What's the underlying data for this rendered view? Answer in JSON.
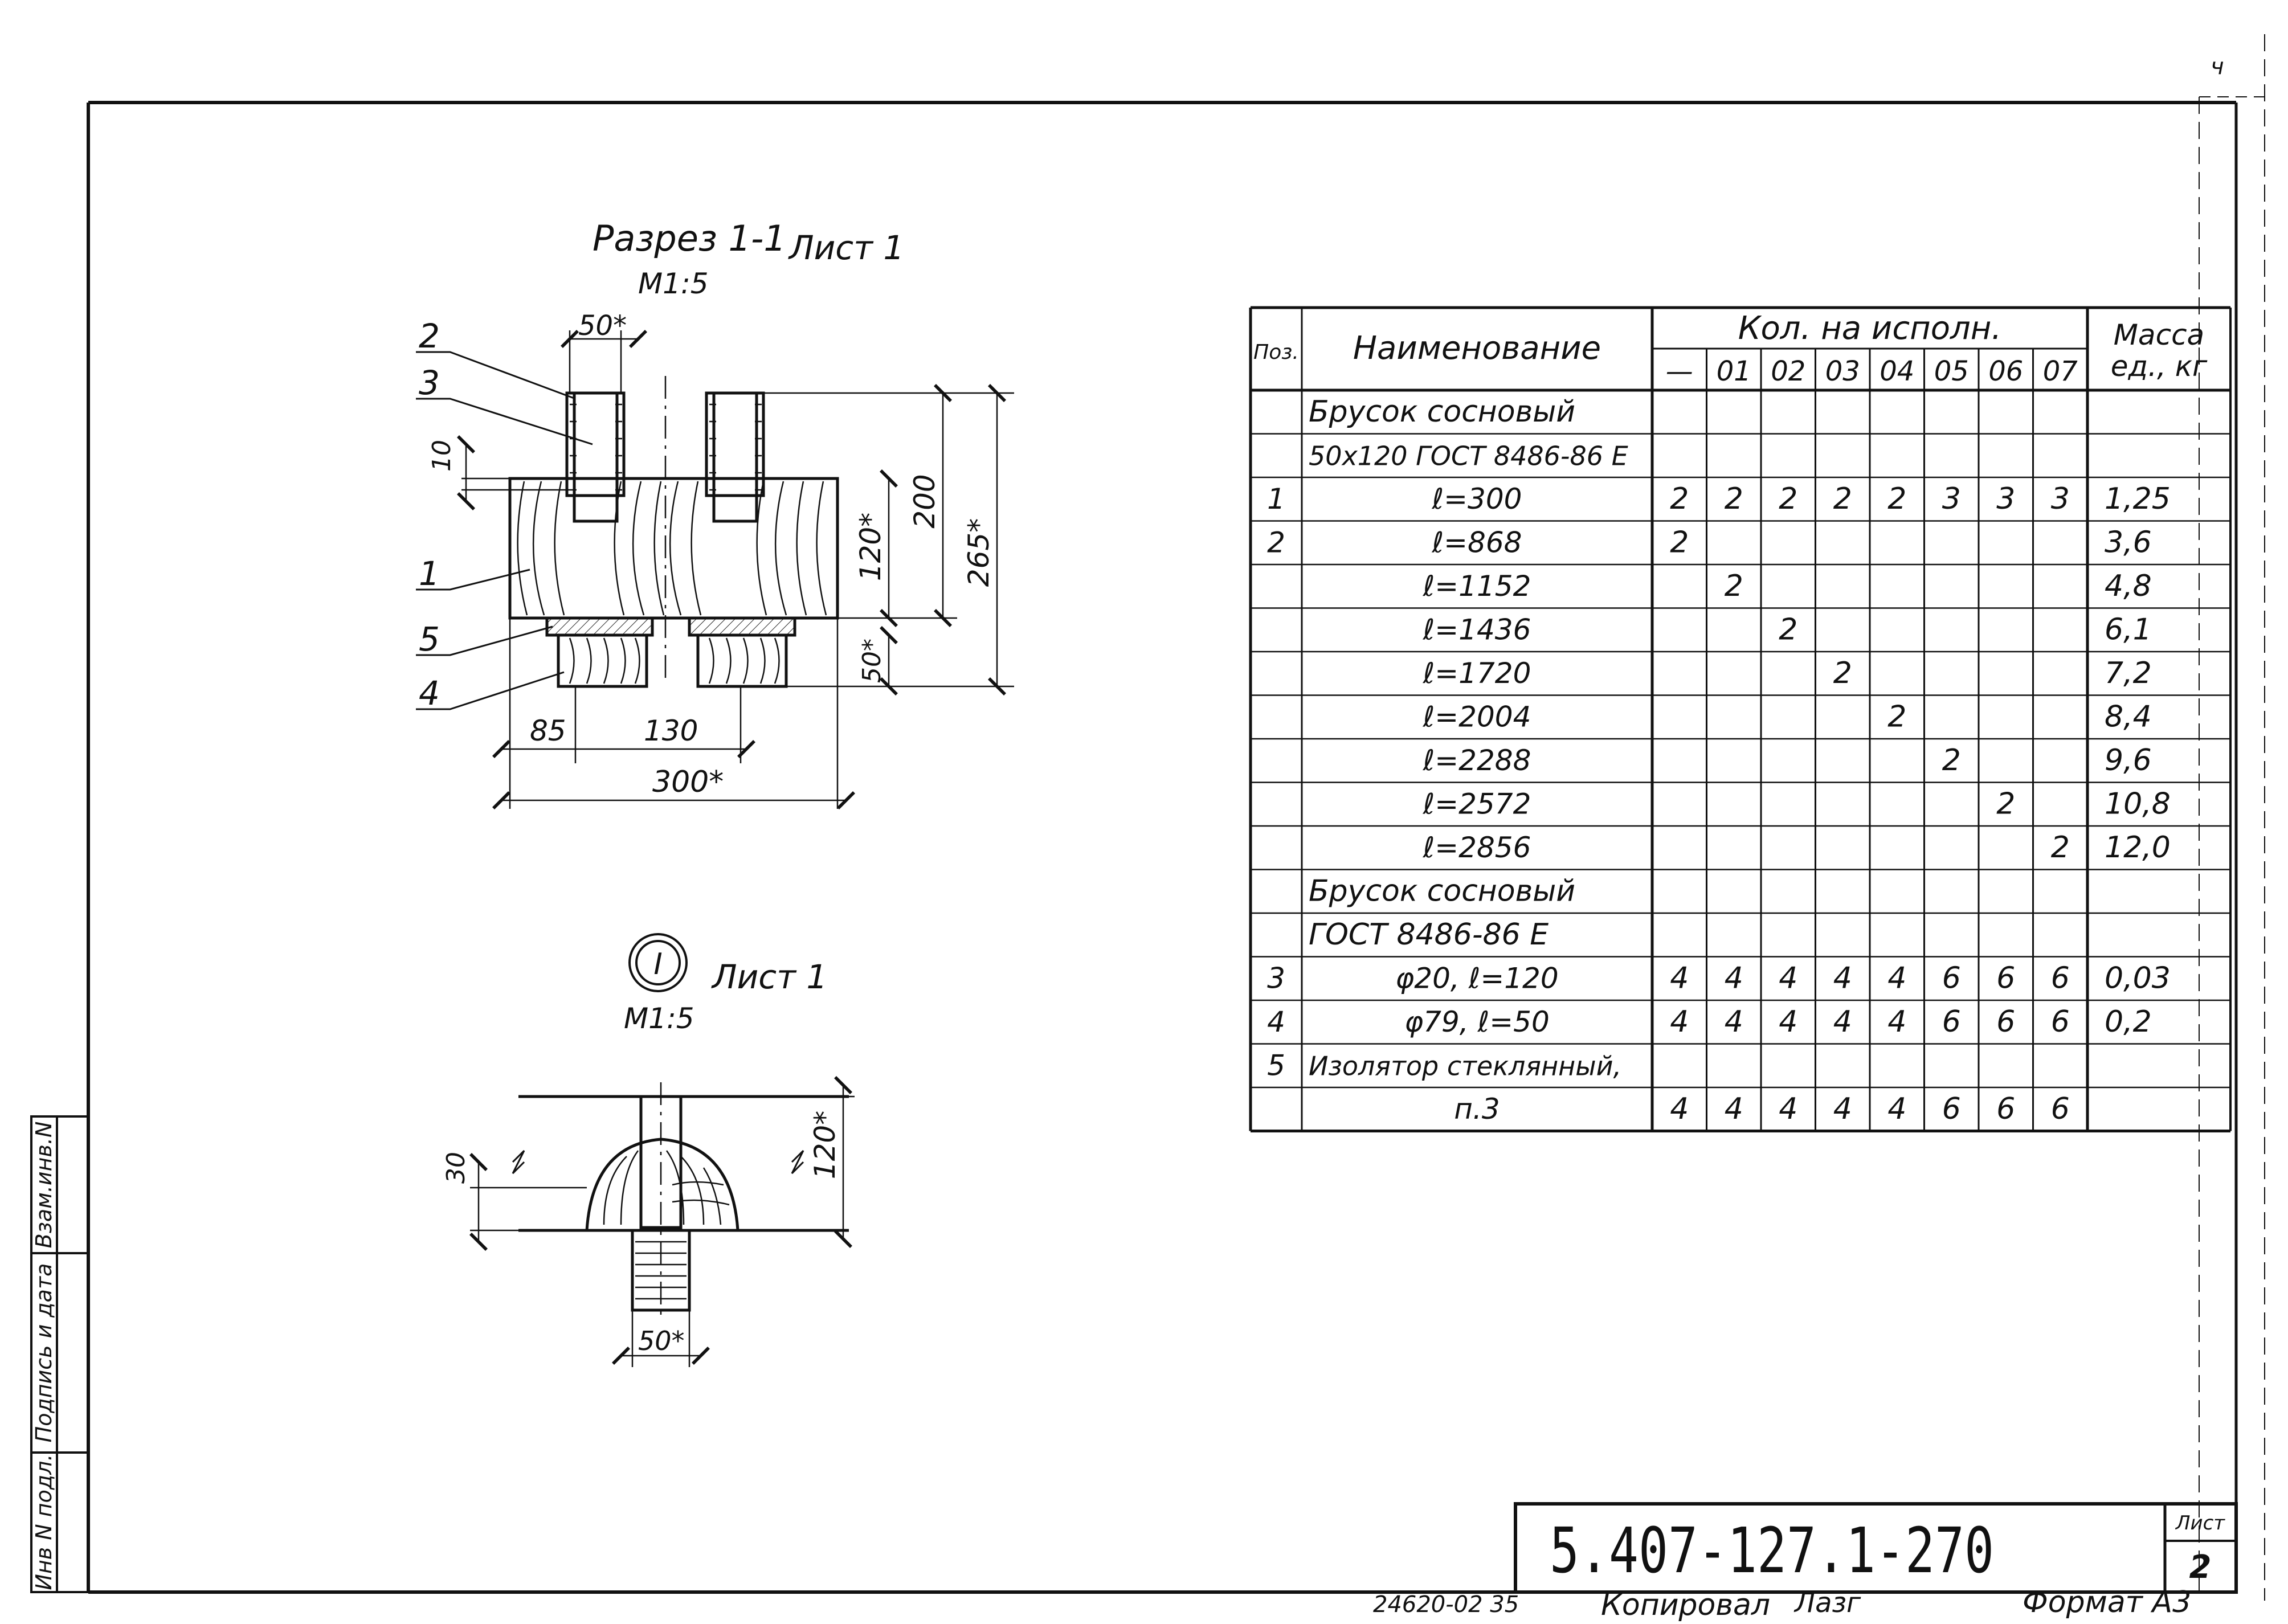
{
  "corner_mark": "ч",
  "section": {
    "title": "Разрез 1-1",
    "sheet_ref": "Лист 1",
    "scale": "М1:5",
    "callouts": [
      "2",
      "3",
      "1",
      "5",
      "4"
    ],
    "dims": {
      "top_width": "50*",
      "left_small": "10",
      "height_120": "120*",
      "height_200": "200",
      "height_265": "265*",
      "height_50": "50*",
      "bottom_85": "85",
      "bottom_130": "130",
      "bottom_300": "300*"
    }
  },
  "detail": {
    "mark": "I",
    "sheet_ref": "Лист 1",
    "scale": "М1:5",
    "dims": {
      "left_30": "30",
      "right_120": "120*",
      "bottom_50": "50*"
    }
  },
  "stamp": {
    "side_labels": [
      "Инв N подл.",
      "Подпись и дата",
      "Взам.инв.N"
    ],
    "doc_code": "5.407-127.1-270",
    "sheet_label": "Лист",
    "sheet_no": "2",
    "footer_code": "24620-02 35",
    "copied_label": "Копировал",
    "copied_sign": "Лазг",
    "format": "Формат А3"
  },
  "spec_table": {
    "header": {
      "pos": "Поз.",
      "name": "Наименование",
      "qty_group": "Кол. на исполн.",
      "mass": "Масса ед., кг",
      "variants": [
        "—",
        "01",
        "02",
        "03",
        "04",
        "05",
        "06",
        "07"
      ]
    },
    "rows": [
      {
        "pos": "",
        "name": "Брусок сосновый",
        "qty": [
          "",
          "",
          "",
          "",
          "",
          "",
          "",
          ""
        ],
        "mass": ""
      },
      {
        "pos": "",
        "name": "50х120 ГОСТ 8486-86 Е",
        "qty": [
          "",
          "",
          "",
          "",
          "",
          "",
          "",
          ""
        ],
        "mass": ""
      },
      {
        "pos": "1",
        "name": "ℓ=300",
        "qty": [
          "2",
          "2",
          "2",
          "2",
          "2",
          "3",
          "3",
          "3"
        ],
        "mass": "1,25"
      },
      {
        "pos": "2",
        "name": "ℓ=868",
        "qty": [
          "2",
          "",
          "",
          "",
          "",
          "",
          "",
          ""
        ],
        "mass": "3,6"
      },
      {
        "pos": "",
        "name": "ℓ=1152",
        "qty": [
          "",
          "2",
          "",
          "",
          "",
          "",
          "",
          ""
        ],
        "mass": "4,8"
      },
      {
        "pos": "",
        "name": "ℓ=1436",
        "qty": [
          "",
          "",
          "2",
          "",
          "",
          "",
          "",
          ""
        ],
        "mass": "6,1"
      },
      {
        "pos": "",
        "name": "ℓ=1720",
        "qty": [
          "",
          "",
          "",
          "2",
          "",
          "",
          "",
          ""
        ],
        "mass": "7,2"
      },
      {
        "pos": "",
        "name": "ℓ=2004",
        "qty": [
          "",
          "",
          "",
          "",
          "2",
          "",
          "",
          ""
        ],
        "mass": "8,4"
      },
      {
        "pos": "",
        "name": "ℓ=2288",
        "qty": [
          "",
          "",
          "",
          "",
          "",
          "2",
          "",
          ""
        ],
        "mass": "9,6"
      },
      {
        "pos": "",
        "name": "ℓ=2572",
        "qty": [
          "",
          "",
          "",
          "",
          "",
          "",
          "2",
          ""
        ],
        "mass": "10,8"
      },
      {
        "pos": "",
        "name": "ℓ=2856",
        "qty": [
          "",
          "",
          "",
          "",
          "",
          "",
          "",
          "2"
        ],
        "mass": "12,0"
      },
      {
        "pos": "",
        "name": "Брусок сосновый",
        "qty": [
          "",
          "",
          "",
          "",
          "",
          "",
          "",
          ""
        ],
        "mass": ""
      },
      {
        "pos": "",
        "name": "ГОСТ 8486-86 Е",
        "qty": [
          "",
          "",
          "",
          "",
          "",
          "",
          "",
          ""
        ],
        "mass": ""
      },
      {
        "pos": "3",
        "name": "φ20, ℓ=120",
        "qty": [
          "4",
          "4",
          "4",
          "4",
          "4",
          "6",
          "6",
          "6"
        ],
        "mass": "0,03"
      },
      {
        "pos": "4",
        "name": "φ79, ℓ=50",
        "qty": [
          "4",
          "4",
          "4",
          "4",
          "4",
          "6",
          "6",
          "6"
        ],
        "mass": "0,2"
      },
      {
        "pos": "5",
        "name": "Изолятор стеклянный,",
        "qty": [
          "",
          "",
          "",
          "",
          "",
          "",
          "",
          ""
        ],
        "mass": ""
      },
      {
        "pos": "",
        "name": "п.3",
        "qty": [
          "4",
          "4",
          "4",
          "4",
          "4",
          "6",
          "6",
          "6"
        ],
        "mass": ""
      }
    ]
  }
}
